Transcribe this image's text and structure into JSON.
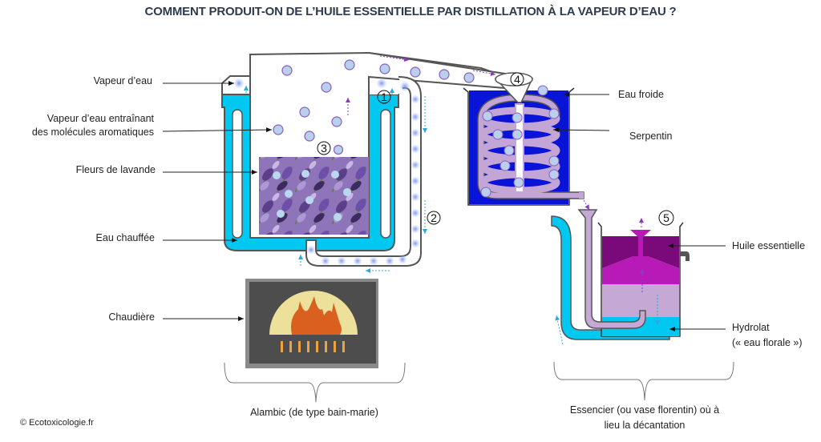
{
  "title": "COMMENT PRODUIT-ON DE L’HUILE ESSENTIELLE PAR DISTILLATION À LA VAPEUR D’EAU ?",
  "labels": {
    "vapeur_eau": "Vapeur d’eau",
    "vapeur_molecules_line1": "Vapeur d’eau entraînant",
    "vapeur_molecules_line2": "des molécules aromatiques",
    "fleurs_lavande": "Fleurs de lavande",
    "eau_chauffee": "Eau chauffée",
    "chaudiere": "Chaudière",
    "eau_froide": "Eau froide",
    "serpentin": "Serpentin",
    "huile_essentielle": "Huile essentielle",
    "hydrolat_line1": "Hydrolat",
    "hydrolat_line2": "(« eau florale »)"
  },
  "groups": {
    "alambic": "Alambic (de type bain-marie)",
    "essencier_line1": "Essencier  (ou vase florentin) où à",
    "essencier_line2": "lieu la décantation"
  },
  "steps": [
    "1",
    "2",
    "3",
    "4",
    "5"
  ],
  "credit": "© Ecotoxicologie.fr",
  "colors": {
    "water": "#00c8f0",
    "cold_water": "#0a14d6",
    "coil": "#c3a6d6",
    "molecule": "#b8d0ec",
    "essential_oil": "#7a0a7a",
    "oil_light": "#b81ab8",
    "hydrolat_mix": "#c5a9d4",
    "boiler": "#4d4d4d",
    "fire_glow": "#ede09a",
    "flame": "#d9601e",
    "grate": "#f2a23a"
  }
}
